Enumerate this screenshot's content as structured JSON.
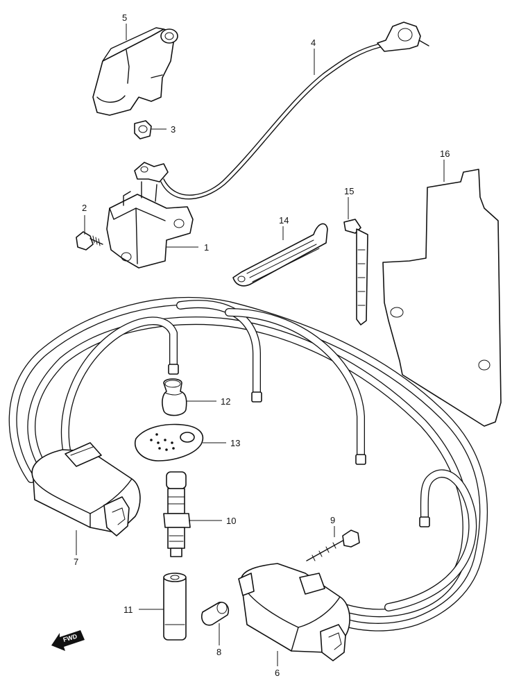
{
  "callouts": {
    "c1": "1",
    "c2": "2",
    "c3": "3",
    "c4": "4",
    "c5": "5",
    "c6": "6",
    "c7": "7",
    "c8": "8",
    "c9": "9",
    "c10": "10",
    "c11": "11",
    "c12": "12",
    "c13": "13",
    "c14": "14",
    "c15": "15",
    "c16": "16"
  },
  "fwd_label": "FWD",
  "colors": {
    "line": "#111111",
    "background": "#ffffff"
  }
}
